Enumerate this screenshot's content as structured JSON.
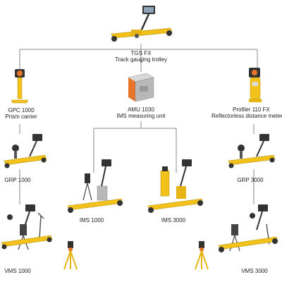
{
  "colors": {
    "line": "#888888",
    "yellow": "#f2c21b",
    "dark": "#333333",
    "grey": "#b8b8b8",
    "orange": "#e8742a"
  },
  "nodes": {
    "tgs": {
      "title": "TGS FX",
      "subtitle": "Track gauging trolley"
    },
    "gpc": {
      "title": "GPC 1000",
      "subtitle": "Prism carrier"
    },
    "amu": {
      "title": "AMU 1030",
      "subtitle": "IMS measuring unit"
    },
    "profiler": {
      "title": "Profiler 110 FX",
      "subtitle": "Reflectorless distance meter"
    },
    "grp1000": {
      "title": "GRP 1000"
    },
    "grp3000": {
      "title": "GRP 3000"
    },
    "ims1000": {
      "title": "IMS 1000"
    },
    "ims3000": {
      "title": "IMS 3000"
    },
    "vms1000": {
      "title": "VMS 1000"
    },
    "vms3000": {
      "title": "VMS 3000"
    }
  }
}
